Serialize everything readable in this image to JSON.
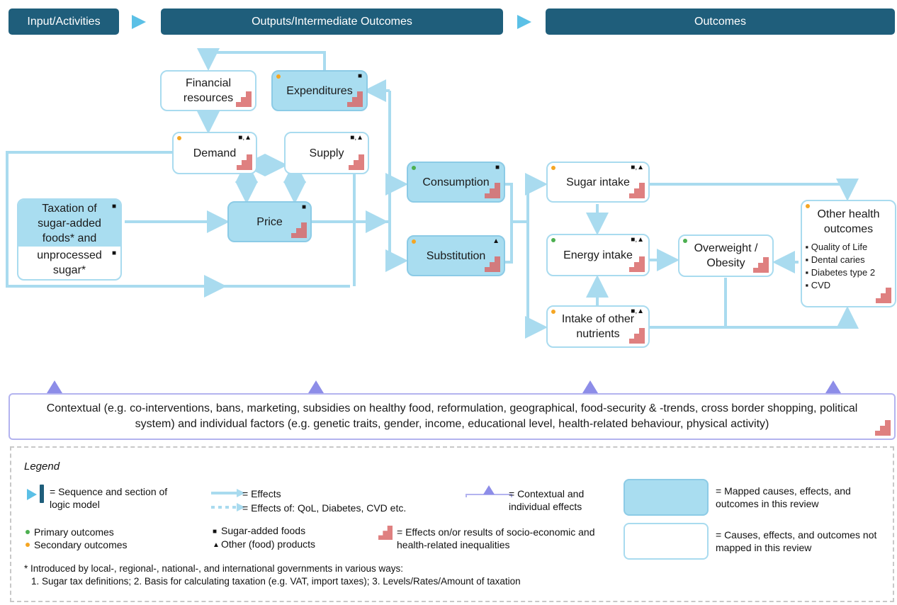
{
  "headers": {
    "input": "Input/Activities",
    "outputs": "Outputs/Intermediate Outcomes",
    "outcomes": "Outcomes"
  },
  "boxes": {
    "financial": "Financial resources",
    "expenditures": "Expenditures",
    "demand": "Demand",
    "supply": "Supply",
    "taxation": "Taxation of sugar-added foods* and",
    "unprocessed": "unprocessed sugar*",
    "price": "Price",
    "consumption": "Consumption",
    "substitution": "Substitution",
    "sugar_intake": "Sugar intake",
    "energy_intake": "Energy intake",
    "other_nutrients": "Intake of other nutrients",
    "overweight": "Overweight / Obesity",
    "other_health_title": "Other health outcomes",
    "other_health_items": [
      "Quality of Life",
      "Dental caries",
      "Diabetes type 2",
      "CVD"
    ]
  },
  "marks": {
    "square": "■",
    "triangle": "▲",
    "square_triangle": "■,▲"
  },
  "contextual": "Contextual (e.g. co-interventions, bans, marketing, subsidies on healthy food, reformulation, geographical, food-security & -trends, cross border shopping, political system) and individual factors (e.g. genetic traits, gender, income, educational level, health-related behaviour, physical activity)",
  "legend": {
    "title": "Legend",
    "sequence": "= Sequence and section of logic model",
    "effects": "= Effects",
    "effects_of": "= Effects of: QoL, Diabetes, CVD etc.",
    "contextual": "= Contextual and individual effects",
    "mapped": "= Mapped causes, effects, and outcomes in this review",
    "primary": "Primary outcomes",
    "secondary": "Secondary outcomes",
    "sugar_added": "Sugar-added foods",
    "other_products": "Other (food) products",
    "inequalities": "= Effects on/or results of socio-economic and health-related inequalities",
    "not_mapped": "= Causes, effects, and outcomes not mapped in this review",
    "footnote_1": "* Introduced by local-, regional-, national-, and international governments in various ways:",
    "footnote_2": "1. Sugar tax definitions; 2. Basis for calculating taxation (e.g. VAT, import taxes); 3. Levels/Rates/Amount of taxation"
  },
  "colors": {
    "header": "#1f5e7b",
    "arrow": "#a9dbef",
    "mapped_fill": "#a9ddf0",
    "inequality": "#d96a6a",
    "context": "#8d8de8",
    "primary": "#4caf50",
    "secondary": "#f5a623"
  }
}
